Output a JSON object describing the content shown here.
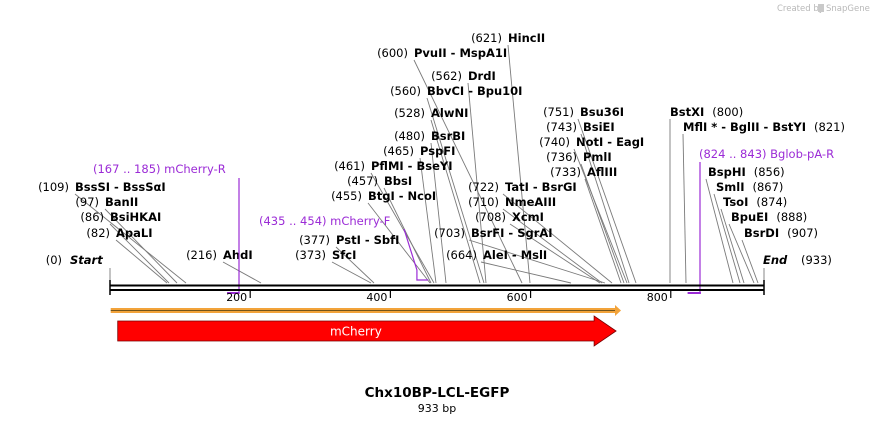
{
  "credit": {
    "text": "Created by",
    "brand": "SnapGene"
  },
  "sequence": {
    "name": "Chx10BP-LCL-EGFP",
    "length_label": "933 bp",
    "length": 933
  },
  "ends": {
    "start": {
      "name": "Start",
      "pos": "(0)"
    },
    "end": {
      "name": "End",
      "pos": "(933)"
    }
  },
  "ruler": {
    "ticks": [
      "200",
      "400",
      "600",
      "800"
    ]
  },
  "sites": [
    {
      "pos": "(621)",
      "name": "HincII",
      "cut": 621
    },
    {
      "pos": "(600)",
      "name": "PvuII  - MspA1I",
      "cut": 600
    },
    {
      "pos": "(562)",
      "name": "DrdI",
      "cut": 562
    },
    {
      "pos": "(560)",
      "name": "BbvCI  - Bpu10I",
      "cut": 560
    },
    {
      "pos": "(528)",
      "name": "AlwNI",
      "cut": 528
    },
    {
      "pos": "(480)",
      "name": "BsrBI",
      "cut": 480
    },
    {
      "pos": "(465)",
      "name": "PspFI",
      "cut": 465
    },
    {
      "pos": "(461)",
      "name": "PflMI  - BseYI",
      "cut": 461
    },
    {
      "pos": "(457)",
      "name": "BbsI",
      "cut": 457
    },
    {
      "pos": "(455)",
      "name": "BtgI  - NcoI",
      "cut": 455
    },
    {
      "pos": "(377)",
      "name": "PstI  - SbfI",
      "cut": 377
    },
    {
      "pos": "(373)",
      "name": "SfcI",
      "cut": 373
    },
    {
      "pos": "(216)",
      "name": "AhdI",
      "cut": 216
    },
    {
      "pos": "(109)",
      "name": "BssSI  - BssSαI",
      "cut": 109
    },
    {
      "pos": "(97)",
      "name": "BanII",
      "cut": 97
    },
    {
      "pos": "(86)",
      "name": "BsiHKAI",
      "cut": 86
    },
    {
      "pos": "(82)",
      "name": "ApaLI",
      "cut": 82
    },
    {
      "pos": "(751)",
      "name": "Bsu36I",
      "cut": 751
    },
    {
      "pos": "(743)",
      "name": "BsiEI",
      "cut": 743
    },
    {
      "pos": "(740)",
      "name": "NotI  - EagI",
      "cut": 740
    },
    {
      "pos": "(736)",
      "name": "PmlI",
      "cut": 736
    },
    {
      "pos": "(733)",
      "name": "AflIII",
      "cut": 733
    },
    {
      "pos": "(722)",
      "name": "TatI  - BsrGI",
      "cut": 722
    },
    {
      "pos": "(710)",
      "name": "NmeAIII",
      "cut": 710
    },
    {
      "pos": "(708)",
      "name": "XcmI",
      "cut": 708
    },
    {
      "pos": "(703)",
      "name": "BsrFI  - SgrAI",
      "cut": 703
    },
    {
      "pos": "(664)",
      "name": "AleI  - MslI",
      "cut": 664
    },
    {
      "pos": "(800)",
      "name": "BstXI",
      "cut": 800
    },
    {
      "pos": "(821)",
      "name": "MflI * - BglII  - BstYI",
      "cut": 821
    },
    {
      "pos": "(856)",
      "name": "BspHI",
      "cut": 856
    },
    {
      "pos": "(867)",
      "name": "SmlI",
      "cut": 867
    },
    {
      "pos": "(874)",
      "name": "TsoI",
      "cut": 874
    },
    {
      "pos": "(888)",
      "name": "BpuEI",
      "cut": 888
    },
    {
      "pos": "(907)",
      "name": "BsrDI",
      "cut": 907
    }
  ],
  "primers": [
    {
      "name": "mCherry-R",
      "range": "(167 .. 185)",
      "start": 167,
      "end": 185,
      "strand": "reverse",
      "color": "#9b2bd6"
    },
    {
      "name": "mCherry-F",
      "range": "(435 .. 454)",
      "start": 435,
      "end": 454,
      "strand": "forward",
      "color": "#9b2bd6"
    },
    {
      "name": "Bglob-pA-R",
      "range": "(824 .. 843)",
      "start": 824,
      "end": 843,
      "strand": "reverse",
      "color": "#9b2bd6"
    }
  ],
  "features": [
    {
      "name": "mCherry",
      "type": "cds",
      "start": 11,
      "end": 722,
      "strand": "forward",
      "color": "#ff0000"
    },
    {
      "name": "",
      "type": "orf",
      "start": 1,
      "end": 729,
      "strand": "forward",
      "color": "#f2a33a"
    }
  ]
}
